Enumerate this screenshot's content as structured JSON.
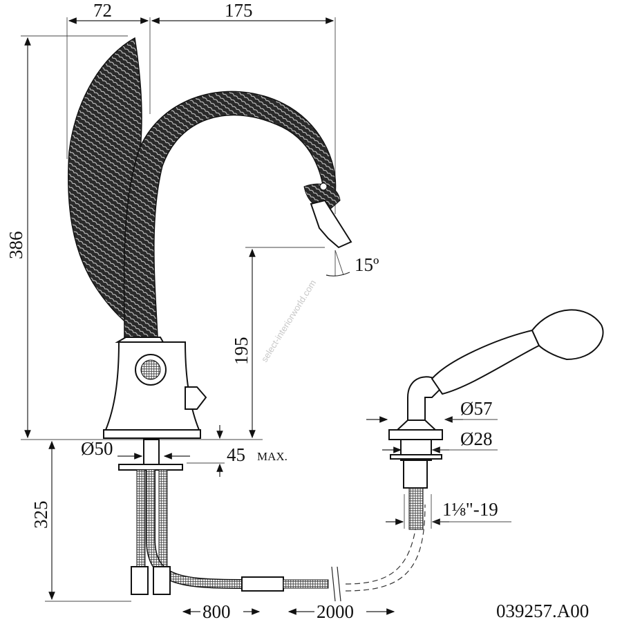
{
  "drawing": {
    "dimensions": {
      "width_wing": "72",
      "width_spout": "175",
      "height_total": "386",
      "height_spout": "195",
      "angle": "15º",
      "dia_base": "Ø50",
      "deck_thickness": "45",
      "deck_thickness_note": "MAX.",
      "depth_below": "325",
      "hose_supply": "800",
      "hose_shower": "2000",
      "dia_shower_flange": "Ø57",
      "dia_shower_hole": "Ø28",
      "thread": "1⅛\"-19"
    },
    "reference_code": "039257.A00",
    "watermark": "select-interiorworld.com"
  }
}
